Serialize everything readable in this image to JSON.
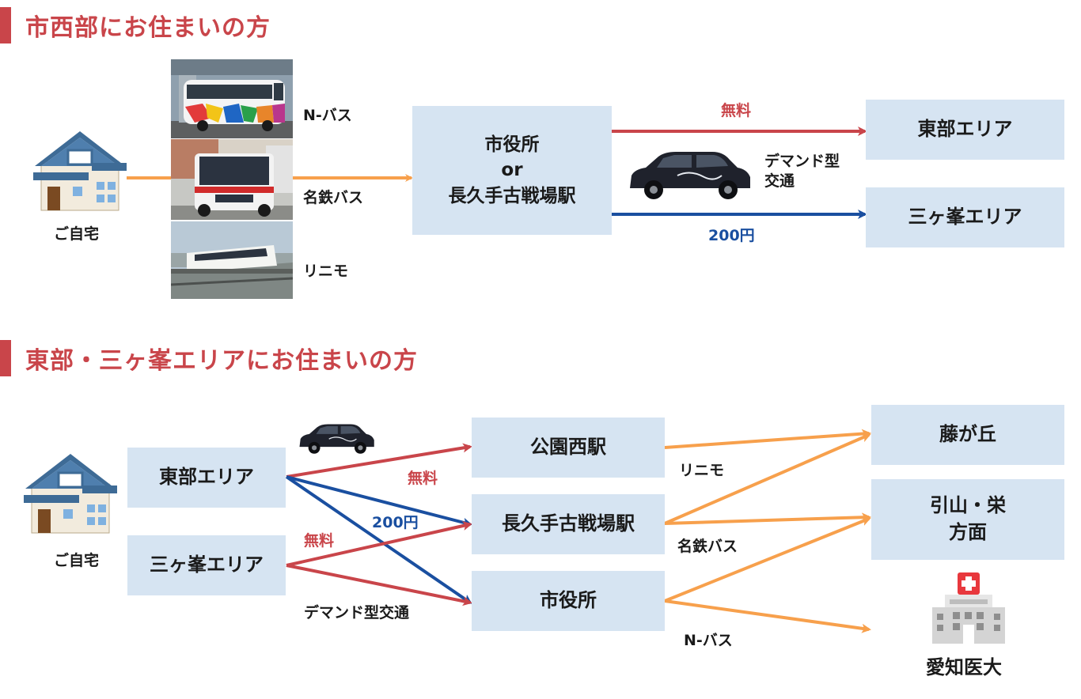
{
  "section1": {
    "title": "市西部にお住まいの方",
    "home_label": "ご自宅",
    "transport_labels": [
      "N-バス",
      "名鉄バス",
      "リニモ"
    ],
    "hub_lines": [
      "市役所",
      "or",
      "長久手古戦場駅"
    ],
    "dest_east": "東部エリア",
    "dest_mikagamine": "三ヶ峯エリア",
    "fare_free": "無料",
    "fare_paid": "200円",
    "demand_lines": [
      "デマンド型",
      "交通"
    ]
  },
  "section2": {
    "title": "東部・三ヶ峯エリアにお住まいの方",
    "home_label": "ご自宅",
    "origin_east": "東部エリア",
    "origin_mikagamine": "三ヶ峯エリア",
    "fare_free_top": "無料",
    "fare_paid": "200円",
    "fare_free_bottom": "無料",
    "demand_label": "デマンド型交通",
    "hub_koenzai": "公園西駅",
    "hub_nagakute": "長久手古戦場駅",
    "hub_cityhall": "市役所",
    "line_linimo": "リニモ",
    "line_meitetsu": "名鉄バス",
    "line_nbus": "N-バス",
    "dest_fujigaoka": "藤が丘",
    "dest_hikiyama_lines": [
      "引山・栄",
      "方面"
    ],
    "dest_aichi_med": "愛知医大"
  },
  "colors": {
    "accent_red": "#c9454a",
    "route_orange": "#f7a04c",
    "route_red": "#c9454a",
    "route_blue": "#1a4fa0",
    "box_fill": "#d6e4f2"
  },
  "icons": [
    "house-icon",
    "bus-photo",
    "train-photo",
    "taxi-photo",
    "hospital-icon"
  ]
}
